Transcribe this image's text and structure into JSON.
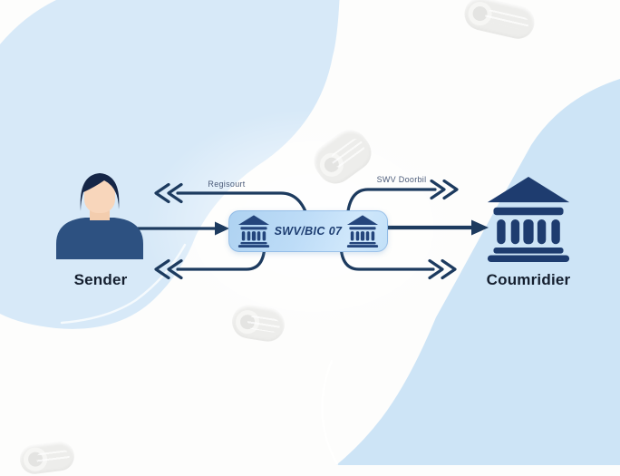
{
  "diagram": {
    "sender": {
      "label": "Sender",
      "icon": "person-avatar"
    },
    "hub": {
      "label": "SWV/BIC 07",
      "icon": "bank"
    },
    "receiver": {
      "label": "Coumridier",
      "icon": "bank-building"
    },
    "flows": {
      "top_left_label": "Regisourt",
      "top_right_label": "SWV Doorbil"
    },
    "decorations": {
      "icon": "banknote-roll"
    }
  },
  "colors": {
    "arrow": "#1d3b5f",
    "icon_navy": "#1e3c6f",
    "hub_box_fill": "#bcdaf6",
    "blob_blue": "#d5e8f8",
    "label_text": "#141e2e",
    "flow_label_text": "#4b5b79",
    "avatar_skin": "#f8d6bb",
    "avatar_shirt": "#2d5181",
    "background": "#fdfdfc"
  }
}
